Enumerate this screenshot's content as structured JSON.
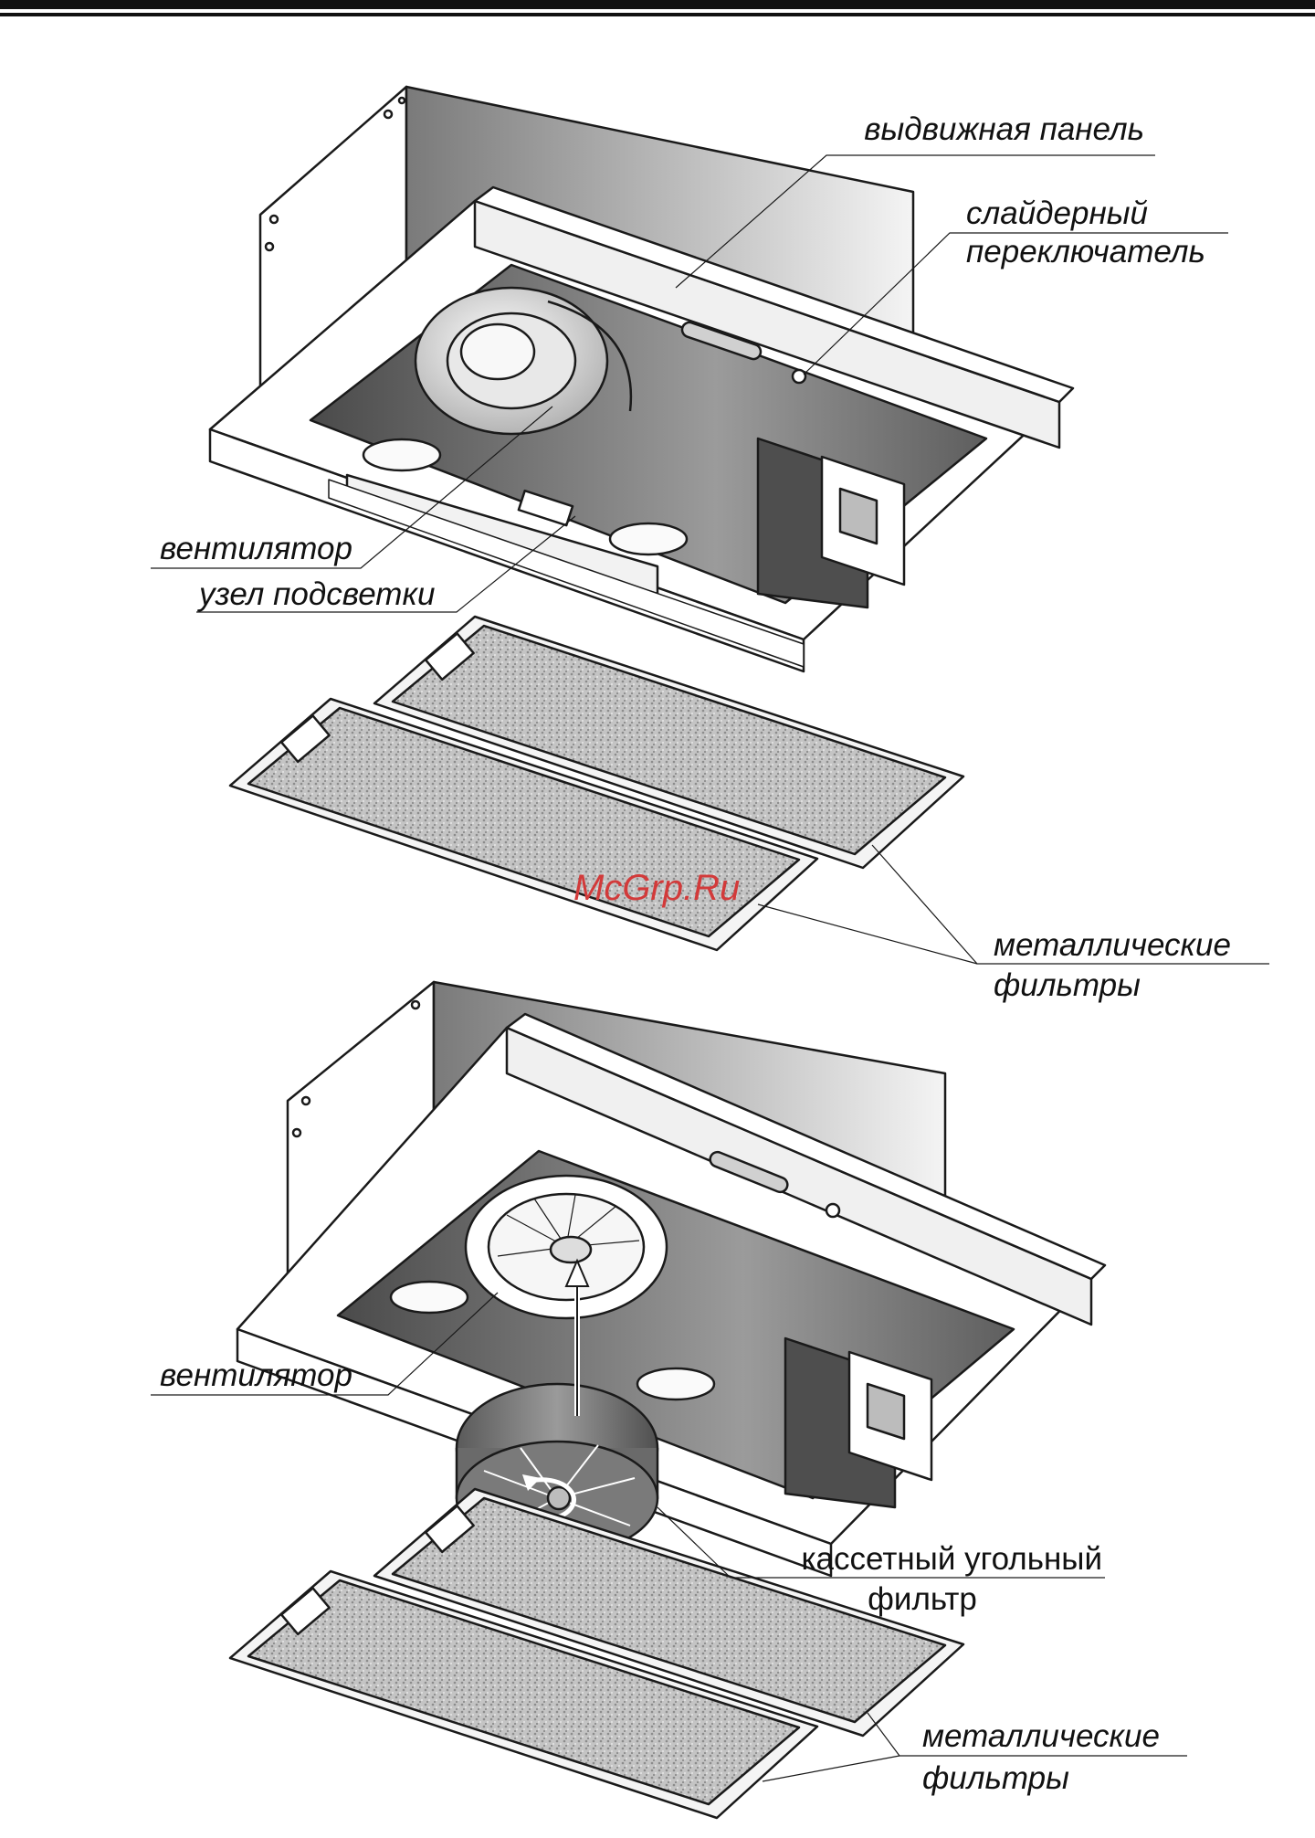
{
  "colors": {
    "line": "#1a1a1a",
    "housing_dark": "#5a5a5a",
    "housing_mid": "#9a9a9a",
    "filter_mesh": "#bdbdbd",
    "carbon_filter": "#707070",
    "watermark": "#d23a3a"
  },
  "diagram1": {
    "labels": {
      "sliding_panel": "выдвижная панель",
      "slider_switch_1": "слайдерный",
      "slider_switch_2": "переключатель",
      "fan": "вентилятор",
      "light_unit": "узел подсветки",
      "metal_filters_1": "металлические",
      "metal_filters_2": "фильтры"
    }
  },
  "diagram2": {
    "labels": {
      "fan": "вентилятор",
      "carbon_filter_1": "кассетный угольный",
      "carbon_filter_2": "фильтр",
      "metal_filters_1": "металлические",
      "metal_filters_2": "фильтры"
    }
  },
  "watermark": "McGrp.Ru"
}
